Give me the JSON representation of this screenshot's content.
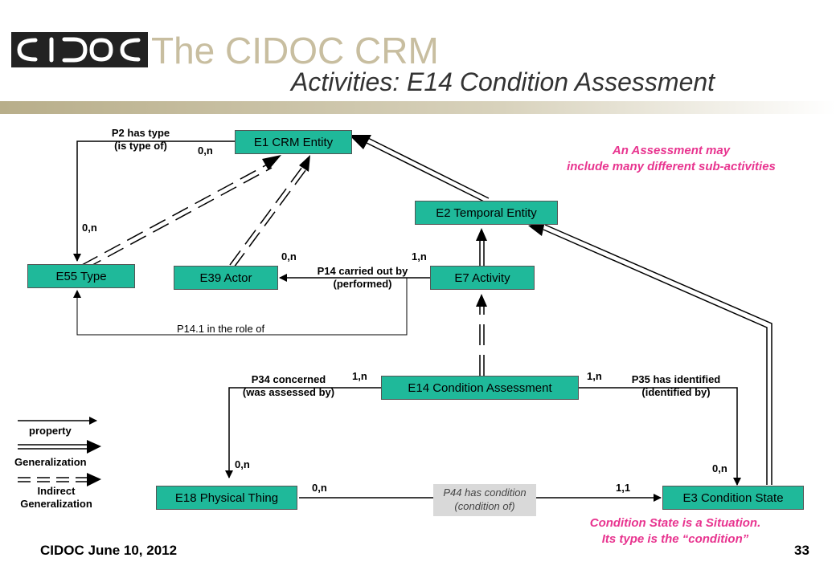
{
  "header": {
    "logo_text": "CIDOC",
    "title": "The CIDOC CRM",
    "subtitle": "Activities: E14 Condition Assessment"
  },
  "entities": {
    "e1": "E1 CRM Entity",
    "e2": "E2 Temporal Entity",
    "e55": "E55 Type",
    "e39": "E39 Actor",
    "e7": "E7 Activity",
    "e14": "E14 Condition Assessment",
    "e18": "E18 Physical Thing",
    "e3": "E3 Condition State"
  },
  "properties": {
    "p2_line1": "P2 has type",
    "p2_line2": "(is type of)",
    "p14_line1": "P14 carried out by",
    "p14_line2": "(performed)",
    "p14_1": "P14.1  in the role of",
    "p34_line1": "P34 concerned",
    "p34_line2": "(was assessed by)",
    "p35_line1": "P35 has identified",
    "p35_line2": "(identified by)",
    "p44_line1": "P44 has condition",
    "p44_line2": "(condition of)"
  },
  "cardinalities": {
    "p2_e1": "0,n",
    "p2_e55": "0,n",
    "p14_e39": "0,n",
    "p14_e7": "1,n",
    "p34_e14": "1,n",
    "p34_e18": "0,n",
    "p35_e14": "1,n",
    "p35_e3": "0,n",
    "p44_e18": "0,n",
    "p44_e3": "1,1"
  },
  "notes": {
    "assessment_line1": "An Assessment may",
    "assessment_line2": "include many different sub-activities",
    "condition_line1": "Condition State is a Situation.",
    "condition_line2": "Its type is the “condition”"
  },
  "legend": {
    "property": "property",
    "generalization": "Generalization",
    "indirect_line1": "Indirect",
    "indirect_line2": "Generalization"
  },
  "footer": {
    "left": "CIDOC June 10, 2012",
    "page": "33"
  },
  "colors": {
    "entity_fill": "#1fb99a",
    "note_pink": "#e8348f",
    "title_beige": "#c8bea0"
  }
}
